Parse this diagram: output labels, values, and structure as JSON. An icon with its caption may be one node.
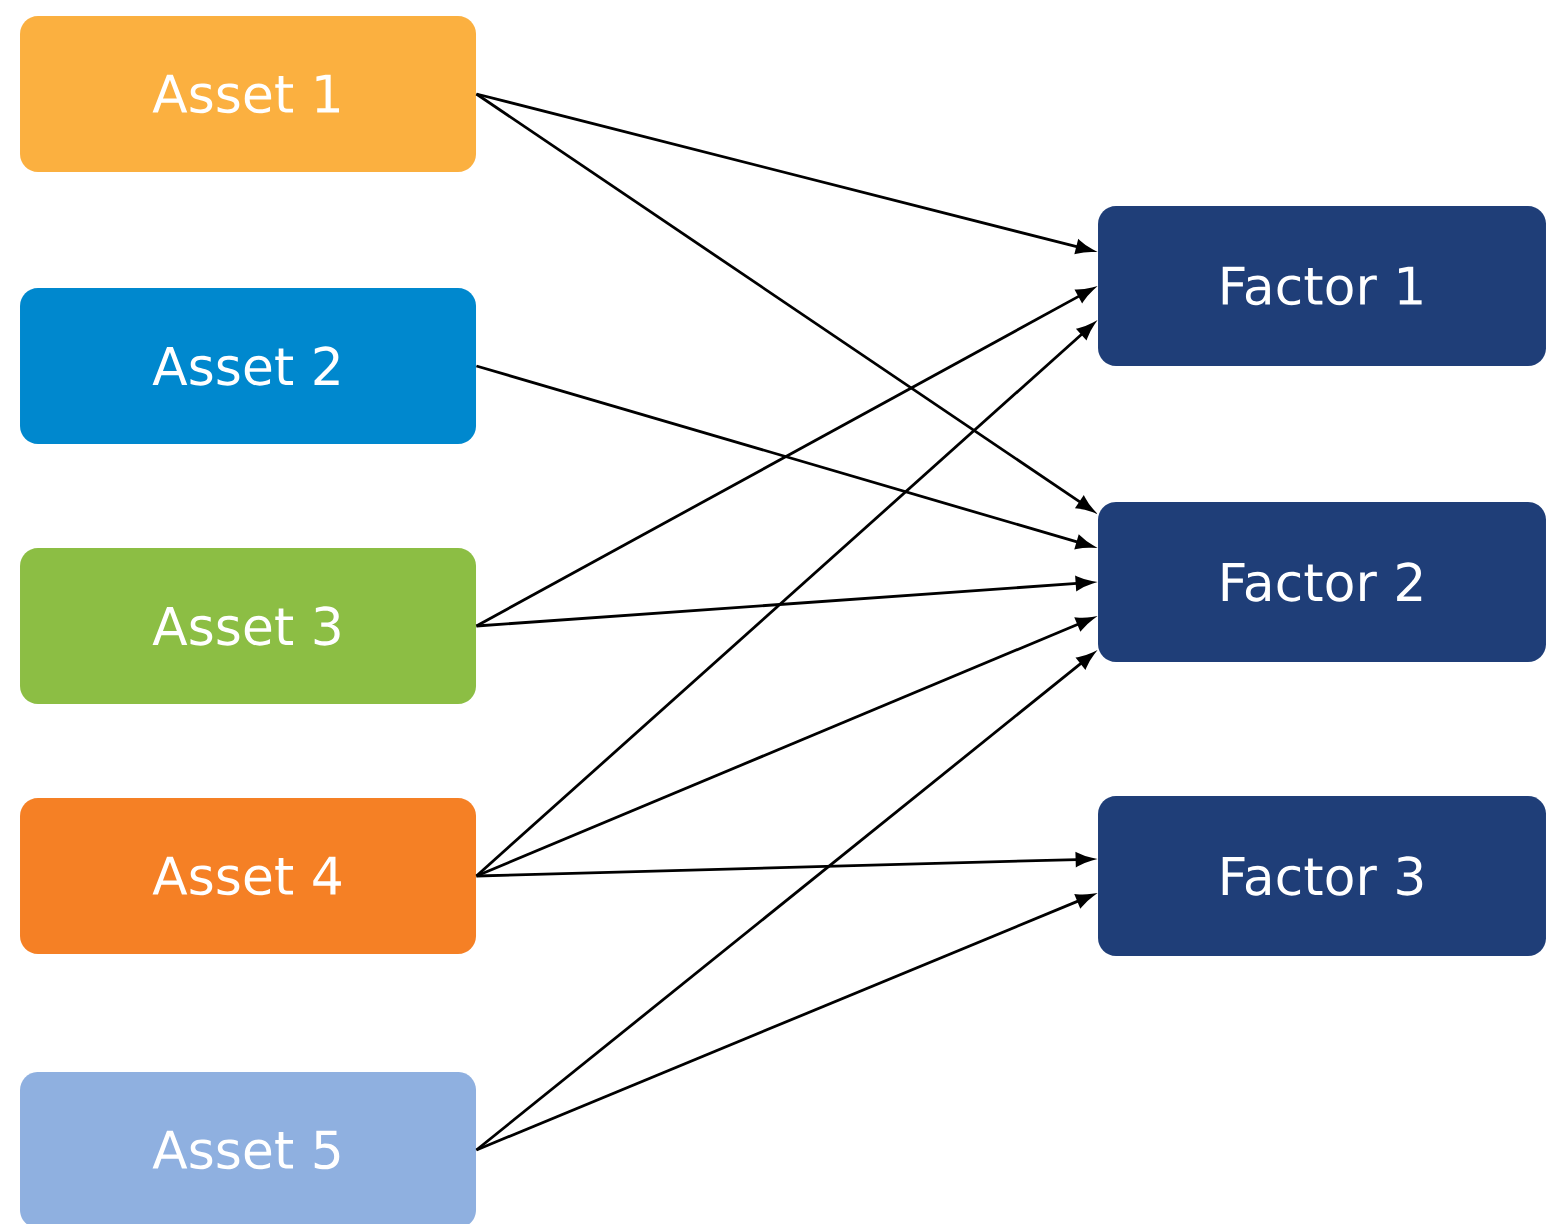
{
  "diagram": {
    "nodes": [
      {
        "text": [
          "Asset 1"
        ]
      },
      {
        "text": [
          "Asset 2"
        ]
      },
      {
        "text": [
          "Asset 3"
        ]
      },
      {
        "text": [
          "Asset 4"
        ]
      },
      {
        "text": [
          "Asset 5"
        ]
      },
      {
        "text": [
          "Factor 1"
        ]
      },
      {
        "text": [
          "Factor 2"
        ]
      },
      {
        "text": [
          "Factor 3"
        ]
      }
    ],
    "edges": [
      {
        "from": 0,
        "to": 5,
        "arrow": "to"
      },
      {
        "from": 0,
        "to": 6,
        "arrow": "to"
      },
      {
        "from": 1,
        "to": 6,
        "arrow": "to"
      },
      {
        "from": 2,
        "to": 5,
        "arrow": "to"
      },
      {
        "from": 2,
        "to": 6,
        "arrow": "to"
      },
      {
        "from": 3,
        "to": 5,
        "arrow": "to"
      },
      {
        "from": 3,
        "to": 6,
        "arrow": "to"
      },
      {
        "from": 3,
        "to": 7,
        "arrow": "to"
      },
      {
        "from": 4,
        "to": 6,
        "arrow": "to"
      },
      {
        "from": 4,
        "to": 7,
        "arrow": "to"
      }
    ]
  }
}
